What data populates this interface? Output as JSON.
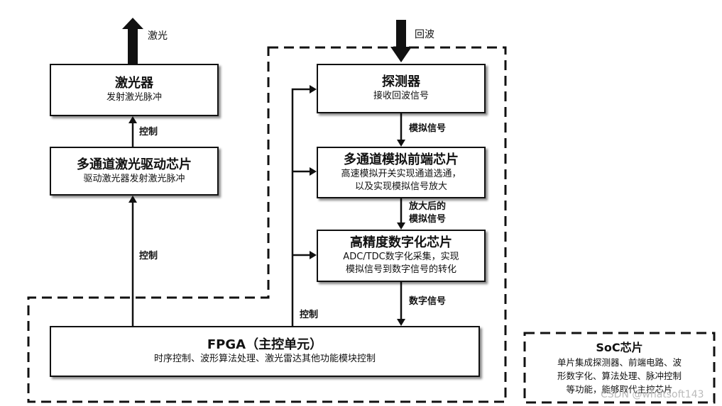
{
  "top_labels": {
    "laser_out": "激光",
    "echo_in": "回波"
  },
  "boxes": {
    "laser": {
      "title": "激光器",
      "desc": "发射激光脉冲"
    },
    "driver": {
      "title": "多通道激光驱动芯片",
      "desc": "驱动激光器发射激光脉冲"
    },
    "detector": {
      "title": "探测器",
      "desc": "接收回波信号"
    },
    "afe": {
      "title": "多通道模拟前端芯片",
      "desc1": "高速模拟开关实现通道选通，",
      "desc2": "以及实现模拟信号放大"
    },
    "adc": {
      "title": "高精度数字化芯片",
      "desc1": "ADC/TDC数字化采集，实现",
      "desc2": "模拟信号到数字信号的转化"
    },
    "fpga": {
      "title": "FPGA（主控单元）",
      "desc": "时序控制、波形算法处理、激光雷达其他功能模块控制"
    }
  },
  "edge_labels": {
    "control_laser": "控制",
    "control_driver": "控制",
    "control_rx": "控制",
    "analog": "模拟信号",
    "amplified1": "放大后的",
    "amplified2": "模拟信号",
    "digital": "数字信号"
  },
  "soc": {
    "title": "SoC芯片",
    "line1": "单片集成探测器、前端电路、波",
    "line2": "形数字化、算法处理、脉冲控制",
    "line3": "等功能，能够取代主控芯片"
  },
  "watermark": "CSDN @whatsoft143"
}
